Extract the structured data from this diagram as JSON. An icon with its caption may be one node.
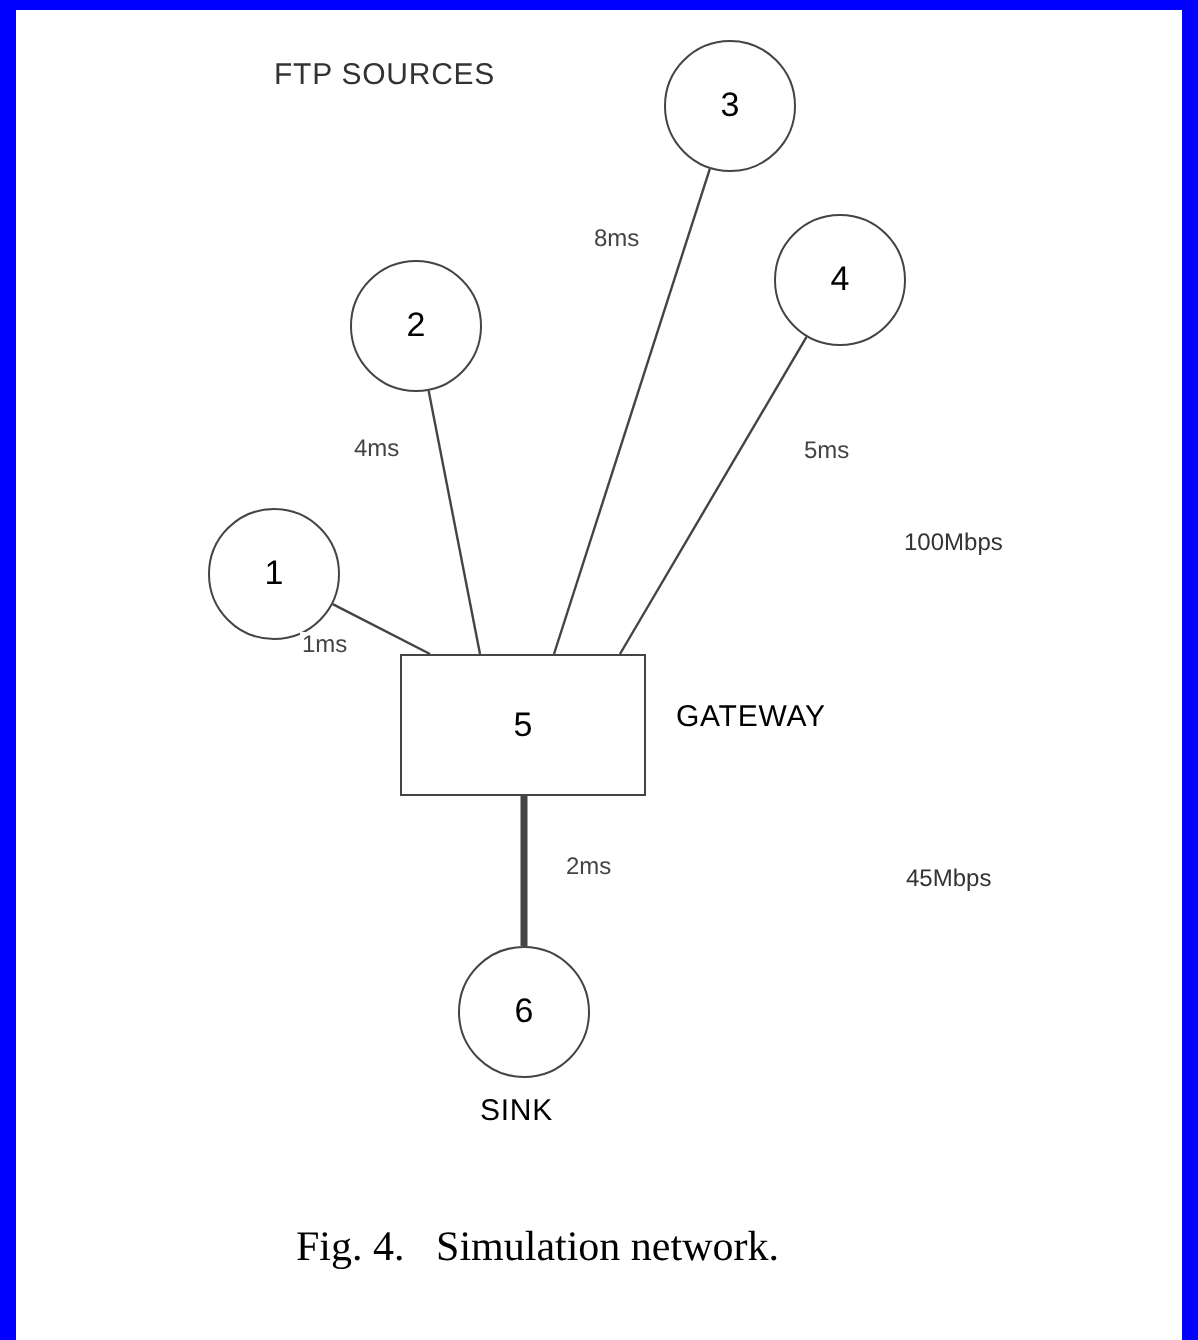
{
  "diagram": {
    "caption": "Fig. 4.   Simulation network.",
    "nodes": [
      {
        "text": [
          "1"
        ]
      },
      {
        "text": [
          "2"
        ]
      },
      {
        "text": [
          "3"
        ]
      },
      {
        "text": [
          "4"
        ]
      },
      {
        "text": [
          "5"
        ],
        "beside": [
          "GATEWAY"
        ]
      },
      {
        "text": [
          "6"
        ],
        "beside": [
          "SINK"
        ]
      }
    ],
    "edges": [
      {
        "from": 0,
        "to": 4,
        "arrow": "none",
        "label": "1ms"
      },
      {
        "from": 1,
        "to": 4,
        "arrow": "none",
        "label": "4ms"
      },
      {
        "from": 2,
        "to": 4,
        "arrow": "none",
        "label": "8ms"
      },
      {
        "from": 3,
        "to": 4,
        "arrow": "none",
        "label": "5ms"
      },
      {
        "from": 4,
        "to": 5,
        "arrow": "none",
        "label": "2ms",
        "style": "thick"
      }
    ],
    "labels": [
      "FTP SOURCES",
      "100Mbps",
      "45Mbps"
    ]
  }
}
